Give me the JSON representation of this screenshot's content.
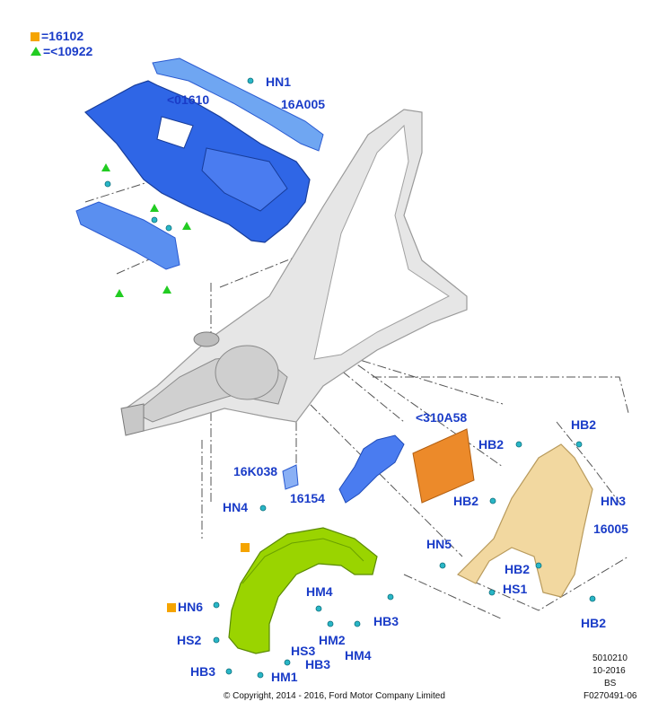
{
  "legend": [
    {
      "symbol": "orange-square-icon",
      "text": "=16102"
    },
    {
      "symbol": "green-triangle-icon",
      "text": "=<10922"
    }
  ],
  "callouts": {
    "hn1": "HN1",
    "p01610": "<01610",
    "p16a005": "16A005",
    "p310a58": "<310A58",
    "hb2_a": "HB2",
    "hb2_b": "HB2",
    "hb2_c": "HB2",
    "hb2_d": "HB2",
    "hb2_e": "HB2",
    "p16k038": "16K038",
    "hn3": "HN3",
    "hn4": "HN4",
    "p16154": "16154",
    "p16005": "16005",
    "hn5": "HN5",
    "hs1": "HS1",
    "hn6": "HN6",
    "hm4_a": "HM4",
    "hm4_b": "HM4",
    "hb3_a": "HB3",
    "hb3_b": "HB3",
    "hb3_c": "HB3",
    "hs2": "HS2",
    "hm2": "HM2",
    "hs3": "HS3",
    "hm1": "HM1"
  },
  "colors": {
    "label": "#1a3cc8",
    "legend_square": "#f5a400",
    "legend_triangle": "#22cc22",
    "dash_panel": "#2f66e6",
    "wheelhouse_liner": "#9ad400",
    "fender": "#f2d8a0",
    "insulator": "#ec8a2a",
    "bracket": "#5a8ff0",
    "body_structure": "#d9d9d9"
  },
  "footer": {
    "copyright": "© Copyright, 2014 - 2016, Ford Motor Company Limited",
    "code1": "5010210",
    "code2": "10-2016",
    "code3": "BS",
    "code4": "F0270491-06"
  }
}
